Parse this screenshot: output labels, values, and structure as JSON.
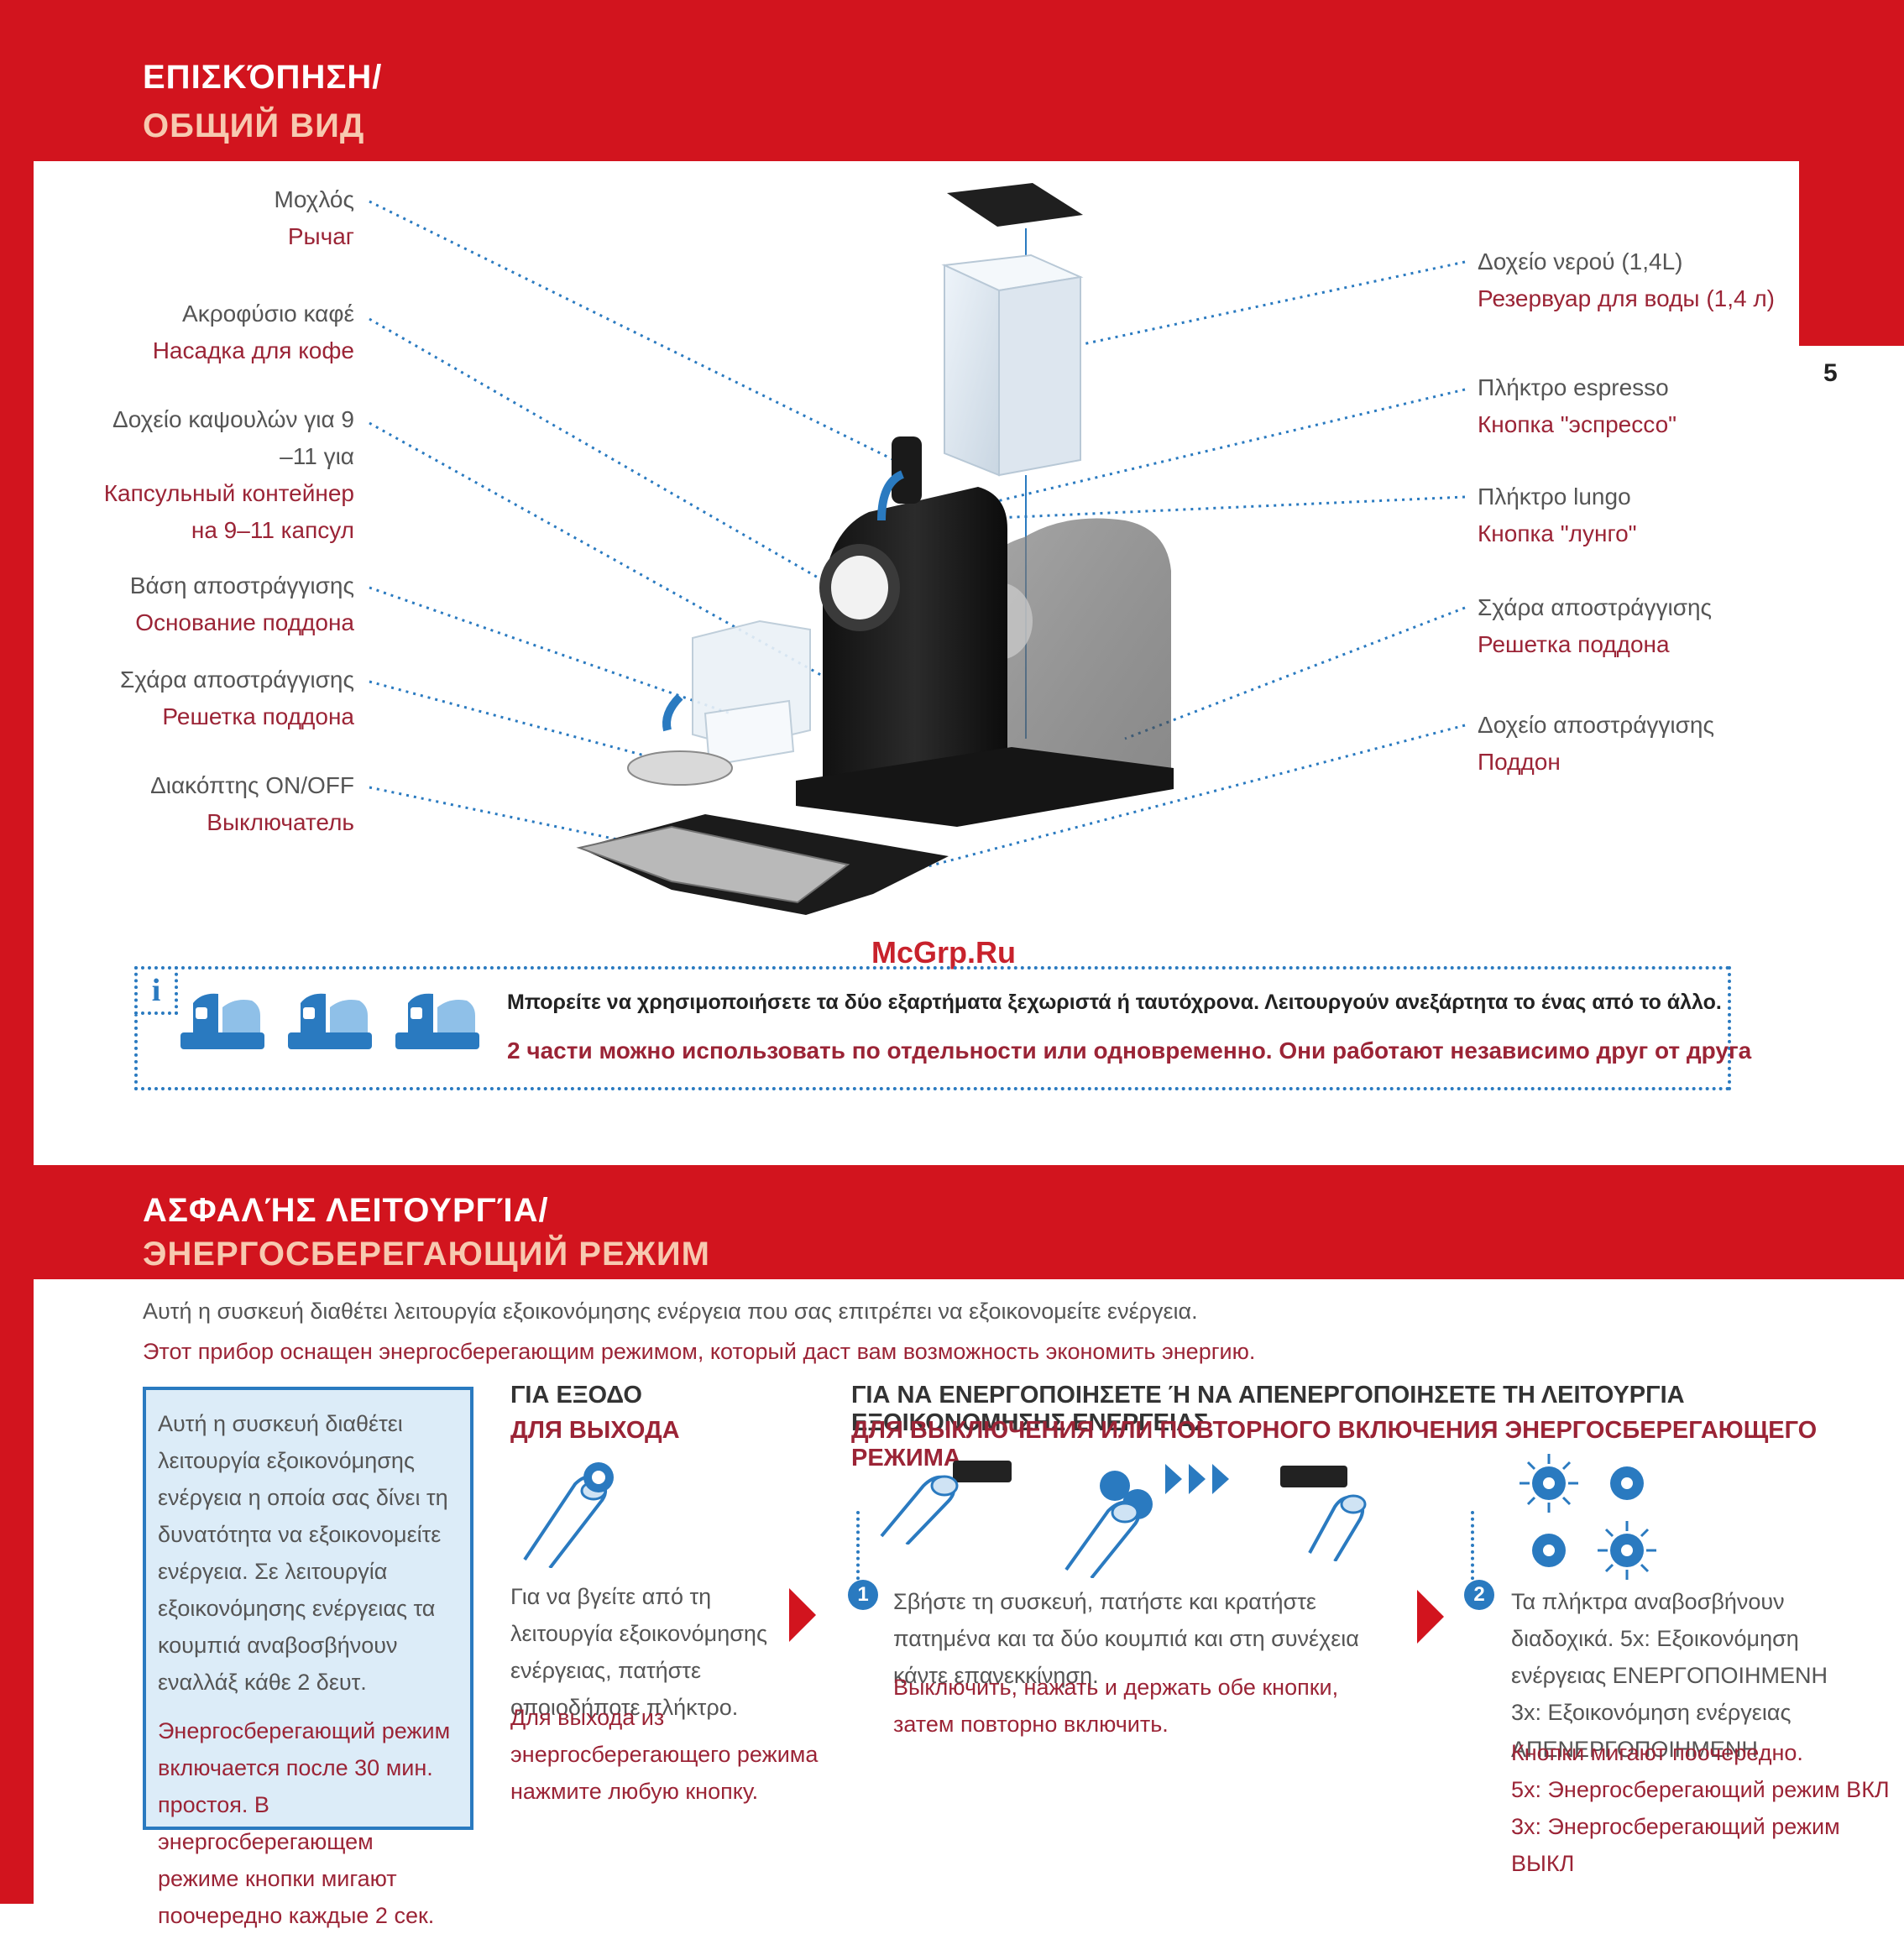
{
  "page_number": "5",
  "overview": {
    "title_gr": "ΕΠΙΣΚΌΠΗΣΗ/",
    "title_ru": "ОБЩИЙ ВИД",
    "left_labels": [
      {
        "gr": "Μοχλός",
        "ru": "Рычаг"
      },
      {
        "gr": "Ακροφύσιο καφέ",
        "ru": "Насадка для кофе"
      },
      {
        "gr": "Δοχείο καψουλών για 9 –11 για",
        "ru": "Капсульный контейнер на 9–11 капсул"
      },
      {
        "gr": "Βάση αποστράγγισης",
        "ru": "Основание поддона"
      },
      {
        "gr": "Σχάρα αποστράγγισης",
        "ru": "Решетка поддона"
      },
      {
        "gr": "Διακόπτης ON/OFF",
        "ru": "Выключатель"
      }
    ],
    "right_labels": [
      {
        "gr": "Δοχείο νερού (1,4L)",
        "ru": "Резервуар для воды (1,4 л)"
      },
      {
        "gr": "Πλήκτρο espresso",
        "ru": "Кнопка \"эспрессо\""
      },
      {
        "gr": "Πλήκτρο lungo",
        "ru": "Кнопка \"лунго\""
      },
      {
        "gr": "Σχάρα αποστράγγισης",
        "ru": "Решетка поддона"
      },
      {
        "gr": "Δοχείο αποστράγγισης",
        "ru": "Поддон"
      }
    ],
    "watermark": "McGrp.Ru",
    "info_icon": "i",
    "info_gr": "Μπορείτε να χρησιμοποιήσετε τα δύο εξαρτήματα ξεχωριστά ή ταυτόχρονα. Λειτουργούν ανεξάρτητα το ένας από το άλλο.",
    "info_ru": "2 части можно использовать по отдельности или одновременно. Они работают независимо друг от друга"
  },
  "energy": {
    "title_gr": "ΑΣΦΑΛΉΣ ΛΕΙΤΟΥΡΓΊΑ/",
    "title_ru": "ЭНЕРГОСБЕРЕГАЮЩИЙ РЕЖИМ",
    "intro_gr": "Αυτή η συσκευή διαθέτει λειτουργία εξοικονόμησης ενέργεια που σας επιτρέπει να εξοικονομείτε ενέργεια.",
    "intro_ru": "Этот прибор оснащен энергосберегающим режимом, который даст вам возможность экономить энергию.",
    "box_gr": "Αυτή η συσκευή διαθέτει λειτουργία εξοικονόμησης ενέργεια η οποία σας δίνει τη δυνατότητα να εξοικονομείτε ενέργεια. Σε λειτουργία εξοικονόμησης ενέργειας τα κουμπιά αναβοσβήνουν εναλλάξ κάθε 2 δευτ.",
    "box_ru": "Энергосберегающий режим включается после 30 мин. простоя. В энергосберегающем режиме кнопки мигают поочередно каждые 2 сек.",
    "exit_head_gr": "ΓΙΑ ΕΞΟΔΟ",
    "exit_head_ru": "ДЛЯ ВЫХОДА",
    "exit_gr": "Για να βγείτε από τη λειτουργία εξοικονόμησης ενέργειας, πατήστε οποιοδήποτε πλήκτρο.",
    "exit_ru": "Для выхода из энергосберегающего режима нажмите любую кнопку.",
    "toggle_head_gr": "ΓΙΑ ΝΑ ΕΝΕΡΓΟΠΟΙΗΣΕΤΕ Ή ΝΑ ΑΠΕΝΕΡΓΟΠΟΙΗΣΕΤΕ ΤΗ ΛΕΙΤΟΥΡΓΙΑ ΕΞΟΙΚΟΝΟΜΗΣΗΣ ΕΝΕΡΓΕΙΑΣ",
    "toggle_head_ru": "ДЛЯ ВЫКЛЮЧЕНИЯ ИЛИ ПОВТОРНОГО ВКЛЮЧЕНИЯ ЭНЕРГОСБЕРЕГАЮЩЕГО РЕЖИМА",
    "step1_num": "1",
    "step1_gr": "Σβήστε τη συσκευή, πατήστε και κρατήστε πατημένα και τα δύο κουμπιά και στη συνέχεια κάντε επανεκκίνηση.",
    "step1_ru": "Выключить, нажать и держать обе кнопки, затем повторно включить.",
    "step2_num": "2",
    "step2_gr": "Τα πλήκτρα αναβοσβήνουν διαδοχικά. 5x: Εξοικονόμηση ενέργειας ΕΝΕΡΓΟΠΟΙΗΜΕΝΗ 3x: Εξοικονόμηση ενέργειας ΑΠΕΝΕΡΓΟΠΟΙΗΜΕΝΗ",
    "step2_ru1": "Кнопки мигают поочередно.",
    "step2_ru2": "5x: Энергосберегающий режим ВКЛ",
    "step2_ru3": "3x: Энергосберегающий режим ВЫКЛ"
  },
  "colors": {
    "brand_red": "#d2141e",
    "label_red": "#9b2436",
    "accent_blue": "#2a7ac0"
  }
}
